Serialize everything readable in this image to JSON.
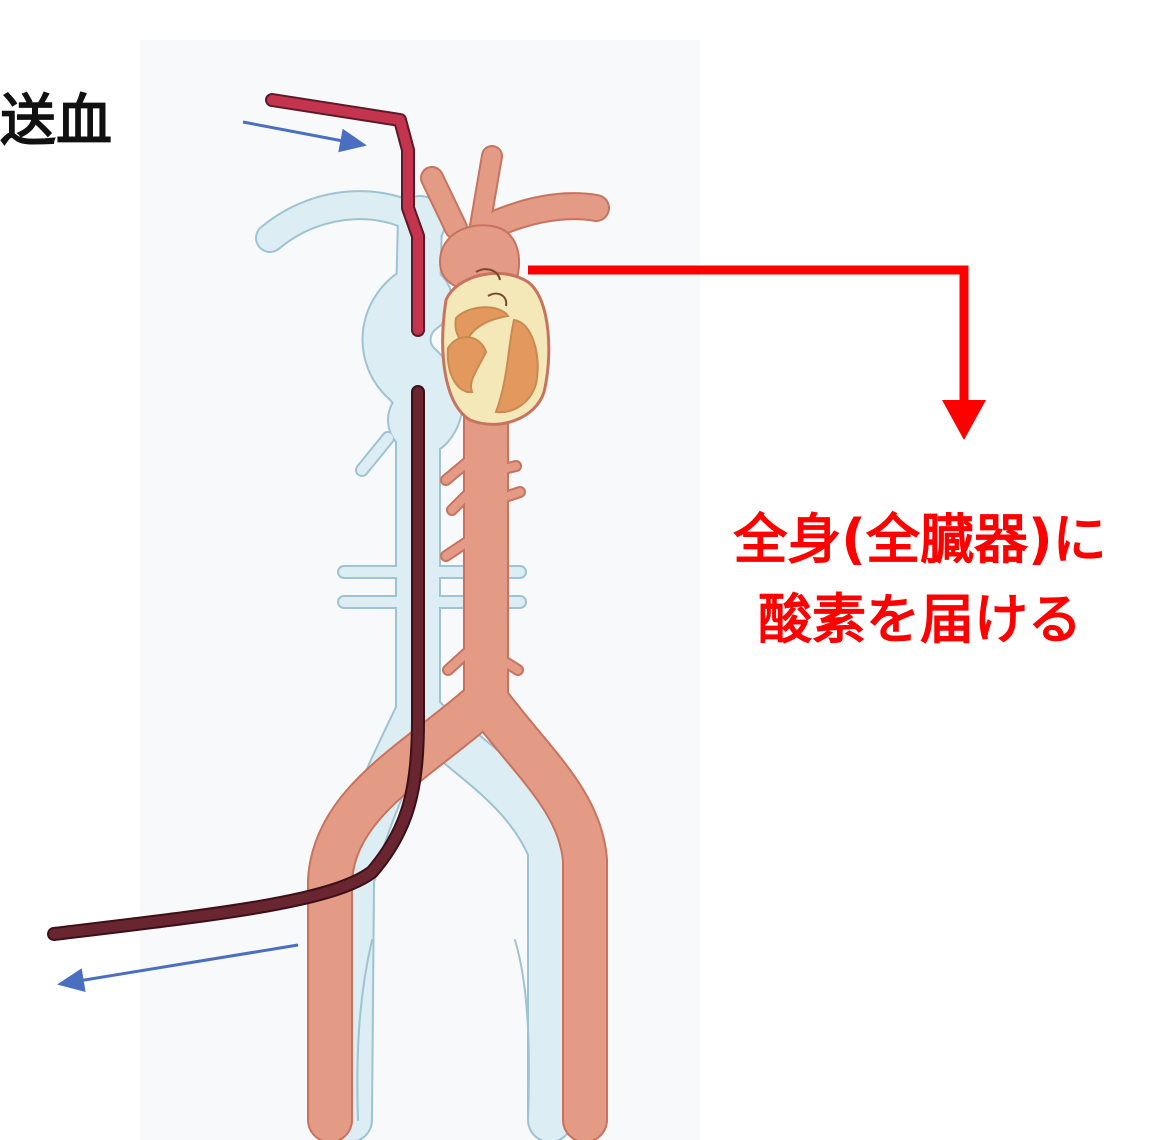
{
  "labels": {
    "inflow": "送血",
    "callout_line1": "全身(全臓器)に",
    "callout_line2": "酸素を届ける"
  },
  "colors": {
    "artery": "#e39b86",
    "artery_outline": "#c9735f",
    "vein": "#dceef4",
    "vein_outline": "#9fc3d2",
    "heart": "#e3985e",
    "heart_wall": "#f5e8b8",
    "inflow_cannula": "#c4344f",
    "outflow_cannula": "#6a2630",
    "flow_arrow": "#4a6fc0",
    "callout": "#ff0000"
  }
}
